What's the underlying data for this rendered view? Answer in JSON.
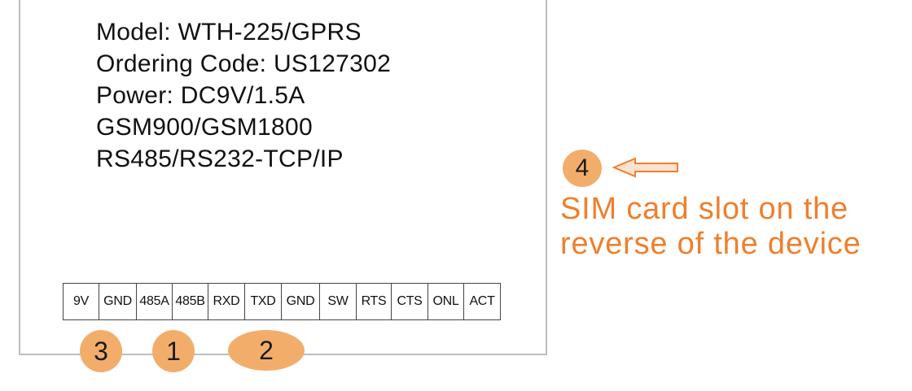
{
  "specs": {
    "lines": [
      "Model: WTH-225/GPRS",
      "Ordering Code: US127302",
      "Power: DC9V/1.5A",
      "GSM900/GSM1800",
      "RS485/RS232-TCP/IP"
    ]
  },
  "terminals": [
    "9V",
    "GND",
    "485A",
    "485B",
    "RXD",
    "TXD",
    "GND",
    "SW",
    "RTS",
    "CTS",
    "ONL",
    "ACT"
  ],
  "markers": {
    "m3": "3",
    "m1": "1",
    "m2": "2",
    "m4": "4"
  },
  "sim_note": {
    "line1": "SIM card slot on the",
    "line2": "reverse of the device"
  },
  "colors": {
    "marker_fill": "#f3ad6b",
    "accent_text": "#ef7f2d",
    "arrow_fill": "#fde3cf",
    "outline": "#bdbdbd"
  }
}
